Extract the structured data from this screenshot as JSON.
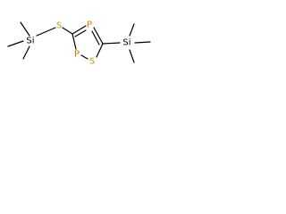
{
  "molecule": {
    "atoms": [
      {
        "id": "si1",
        "symbol": "Si",
        "color": "#000000"
      },
      {
        "id": "s1",
        "symbol": "S",
        "color": "#B8A000"
      },
      {
        "id": "p1",
        "symbol": "P",
        "color": "#D27800"
      },
      {
        "id": "p2",
        "symbol": "P",
        "color": "#D27800"
      },
      {
        "id": "s2",
        "symbol": "S",
        "color": "#B8A000"
      },
      {
        "id": "si2",
        "symbol": "Si",
        "color": "#000000"
      }
    ]
  }
}
